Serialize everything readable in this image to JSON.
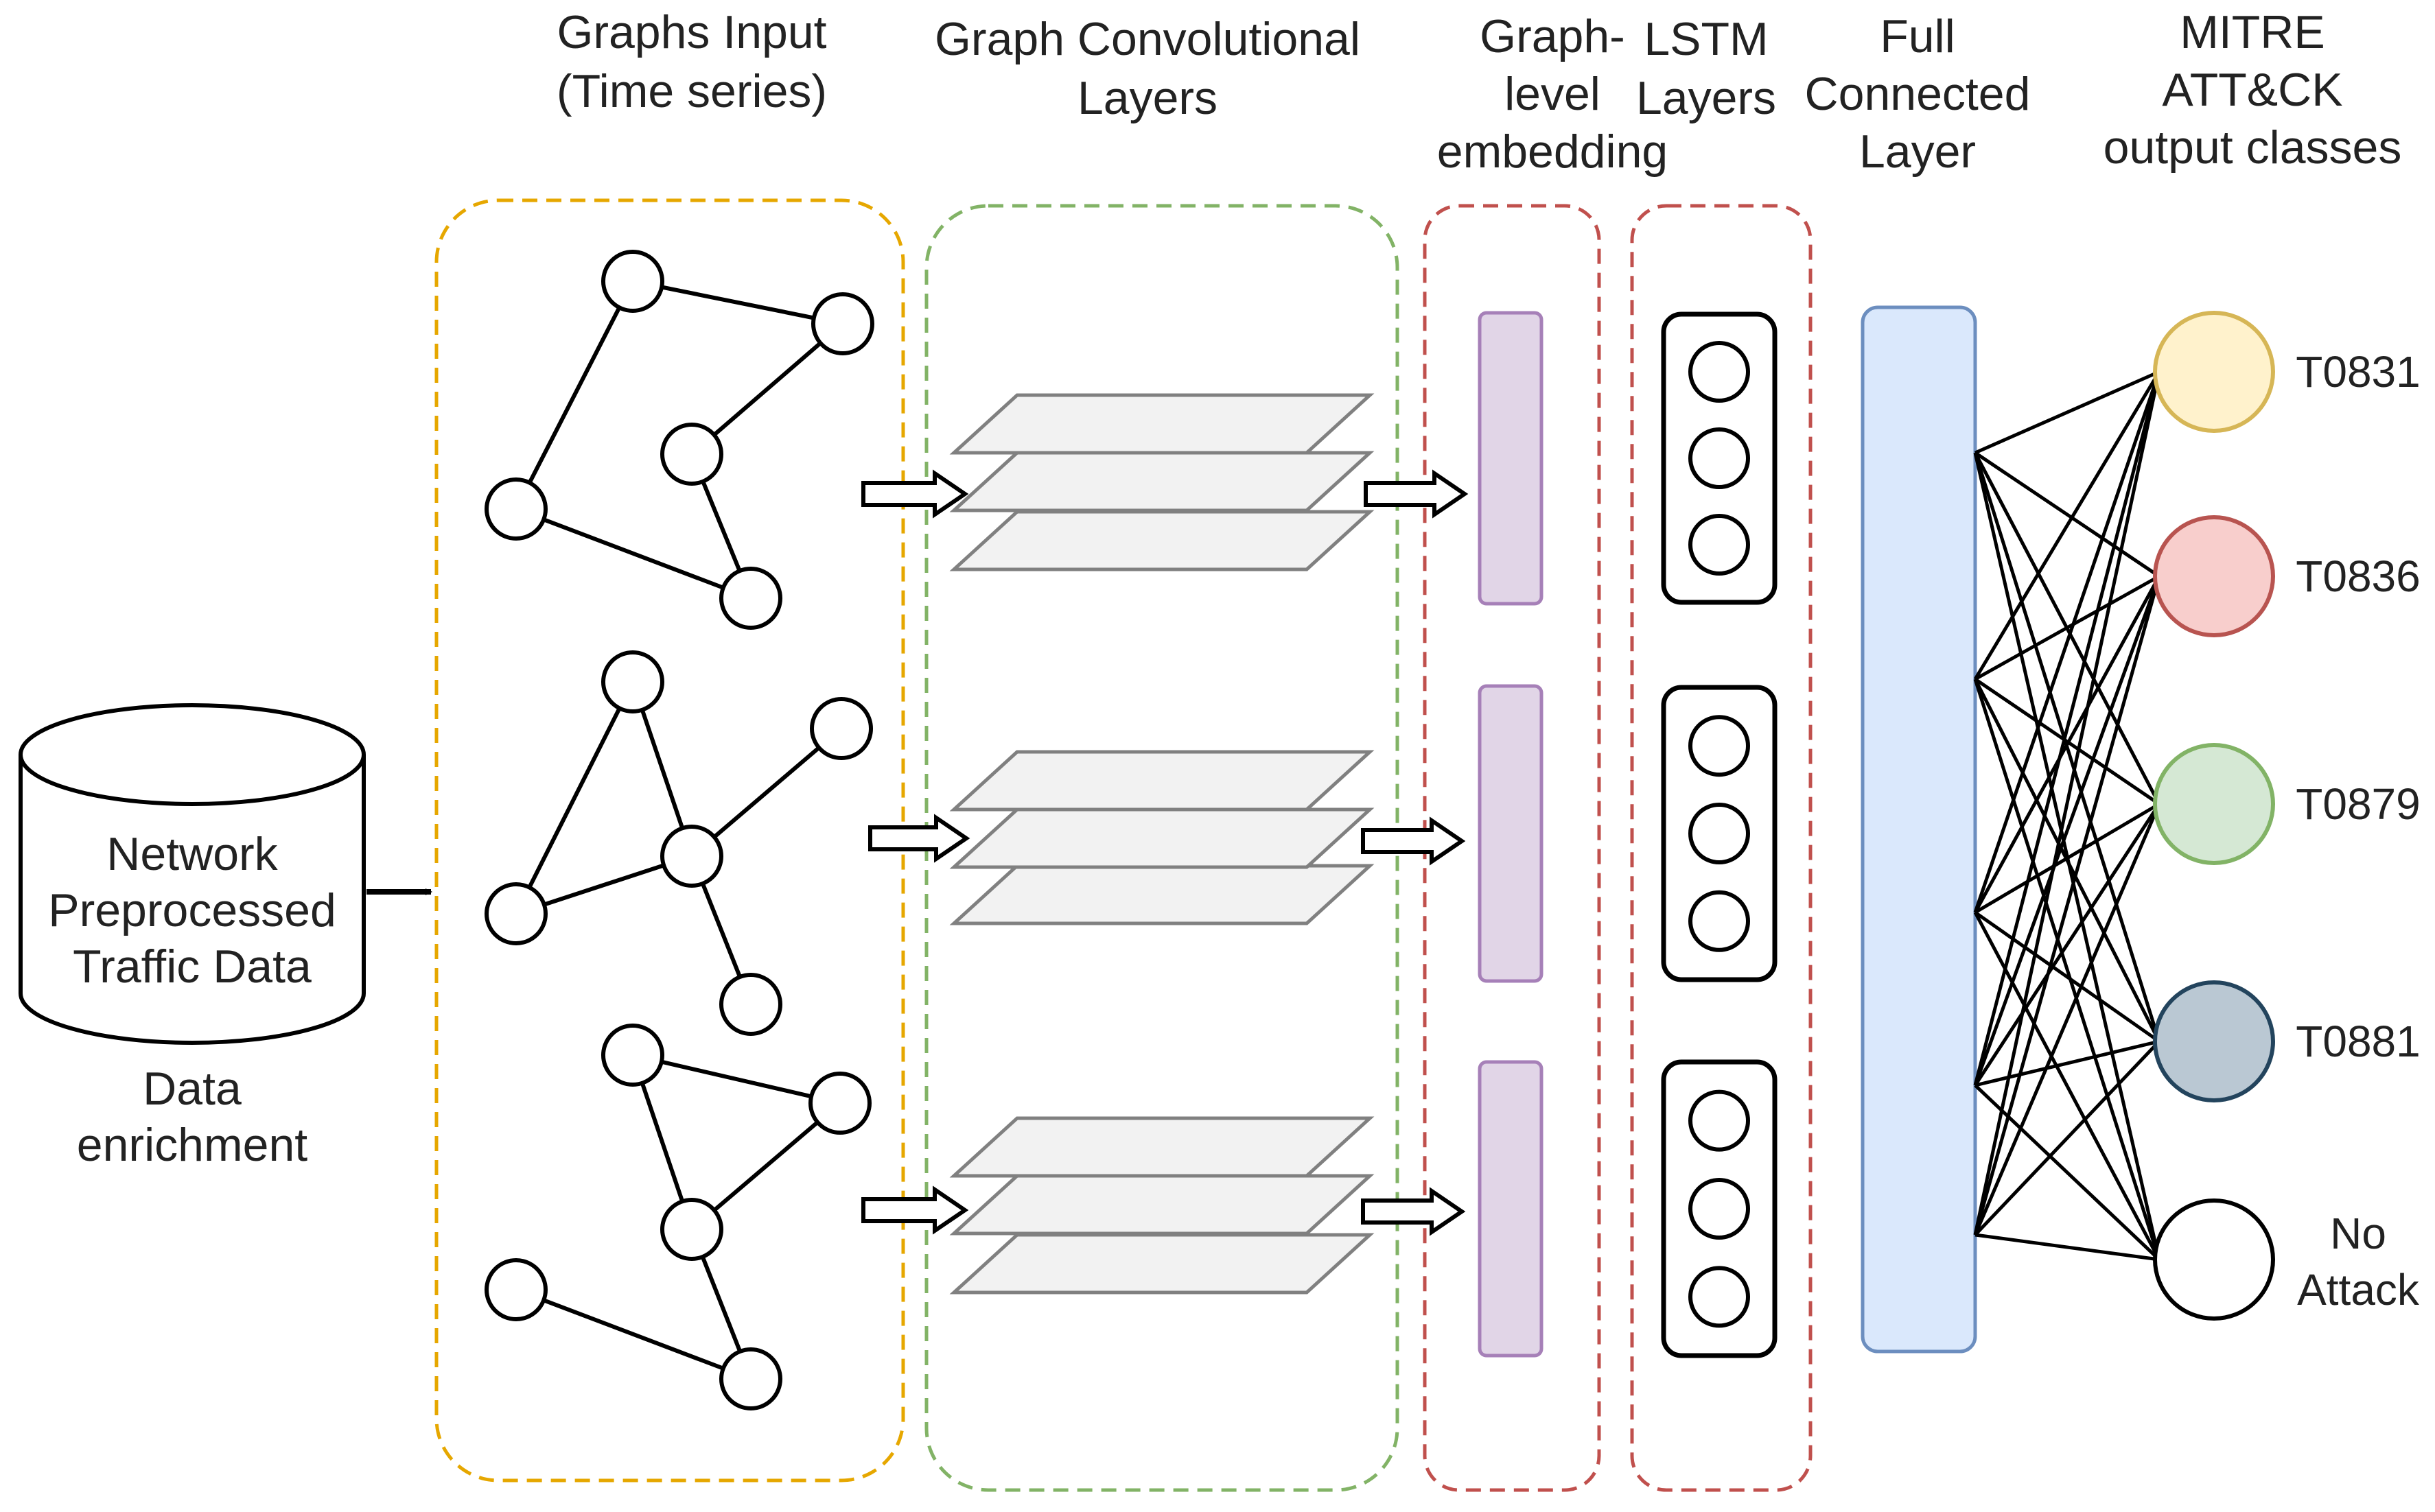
{
  "headers": {
    "graphs_input": [
      "Graphs Input",
      "(Time series)"
    ],
    "gcn": [
      "Graph Convolutional",
      "Layers"
    ],
    "embedding": [
      "Graph-",
      "level",
      "embedding"
    ],
    "lstm": [
      "LSTM",
      "Layers"
    ],
    "fc": [
      "Full",
      "Connected",
      "Layer"
    ],
    "mitre": [
      "MITRE",
      "ATT&CK",
      "output classes"
    ]
  },
  "database": {
    "label": [
      "Network",
      "Preprocessed",
      "Traffic Data"
    ],
    "caption": [
      "Data",
      "enrichment"
    ]
  },
  "output_classes": [
    {
      "label": [
        "T0831"
      ],
      "fill": "#fff2cc",
      "stroke": "#d6b656"
    },
    {
      "label": [
        "T0836"
      ],
      "fill": "#f8cecc",
      "stroke": "#b85450"
    },
    {
      "label": [
        "T0879"
      ],
      "fill": "#d5e8d4",
      "stroke": "#82b366"
    },
    {
      "label": [
        "T0881"
      ],
      "fill": "#bac8d3",
      "stroke": "#23445d"
    },
    {
      "label": [
        "No",
        "Attack"
      ],
      "fill": "#ffffff",
      "stroke": "#000000"
    }
  ],
  "colors": {
    "graphs_box": "#e6a700",
    "gcn_box": "#82b366",
    "embedding_box": "#c0504d",
    "lstm_box": "#c0504d",
    "embedding_bar_fill": "#e1d5e7",
    "embedding_bar_stroke": "#a680b8",
    "fc_fill": "#dae8fc",
    "fc_stroke": "#6c8ebf",
    "plane_fill": "#f2f2f2",
    "plane_stroke": "#808080"
  }
}
